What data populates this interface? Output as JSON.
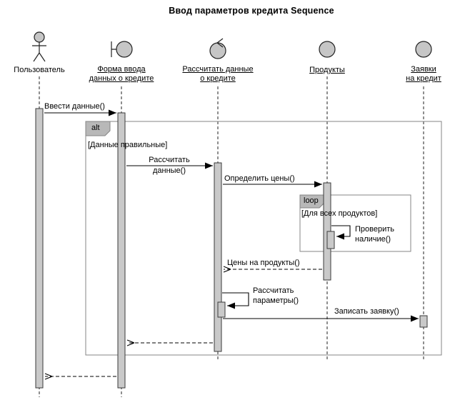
{
  "title": "Ввод параметров кредита Sequence",
  "lifelines": {
    "user": {
      "label": "Пользователь",
      "kind": "actor"
    },
    "form": {
      "label": "Форма ввода\nданных о кредите",
      "kind": "boundary"
    },
    "calc": {
      "label": "Рассчитать данные\nо кредите",
      "kind": "control"
    },
    "products": {
      "label": "Продукты",
      "kind": "entity"
    },
    "requests": {
      "label": "Заявки\nна кредит",
      "kind": "entity"
    }
  },
  "fragments": {
    "alt": {
      "operator": "alt",
      "guard": "[Данные правильные]"
    },
    "loop": {
      "operator": "loop",
      "guard": "[Для всех продуктов]"
    }
  },
  "messages": {
    "enter_data": "Ввести данные()",
    "calc_data": "Рассчитать\nданные()",
    "determine_prices": "Определить цены()",
    "check_availability": "Проверить\nналичие()",
    "product_prices": "Цены на продукты()",
    "calc_params": "Рассчитать\nпараметры()",
    "write_request": "Записать заявку()"
  },
  "colors": {
    "activation_fill": "#c9c9c9",
    "icon_fill": "#c6c6c6",
    "fragment_label_fill": "#b8b8b8"
  }
}
